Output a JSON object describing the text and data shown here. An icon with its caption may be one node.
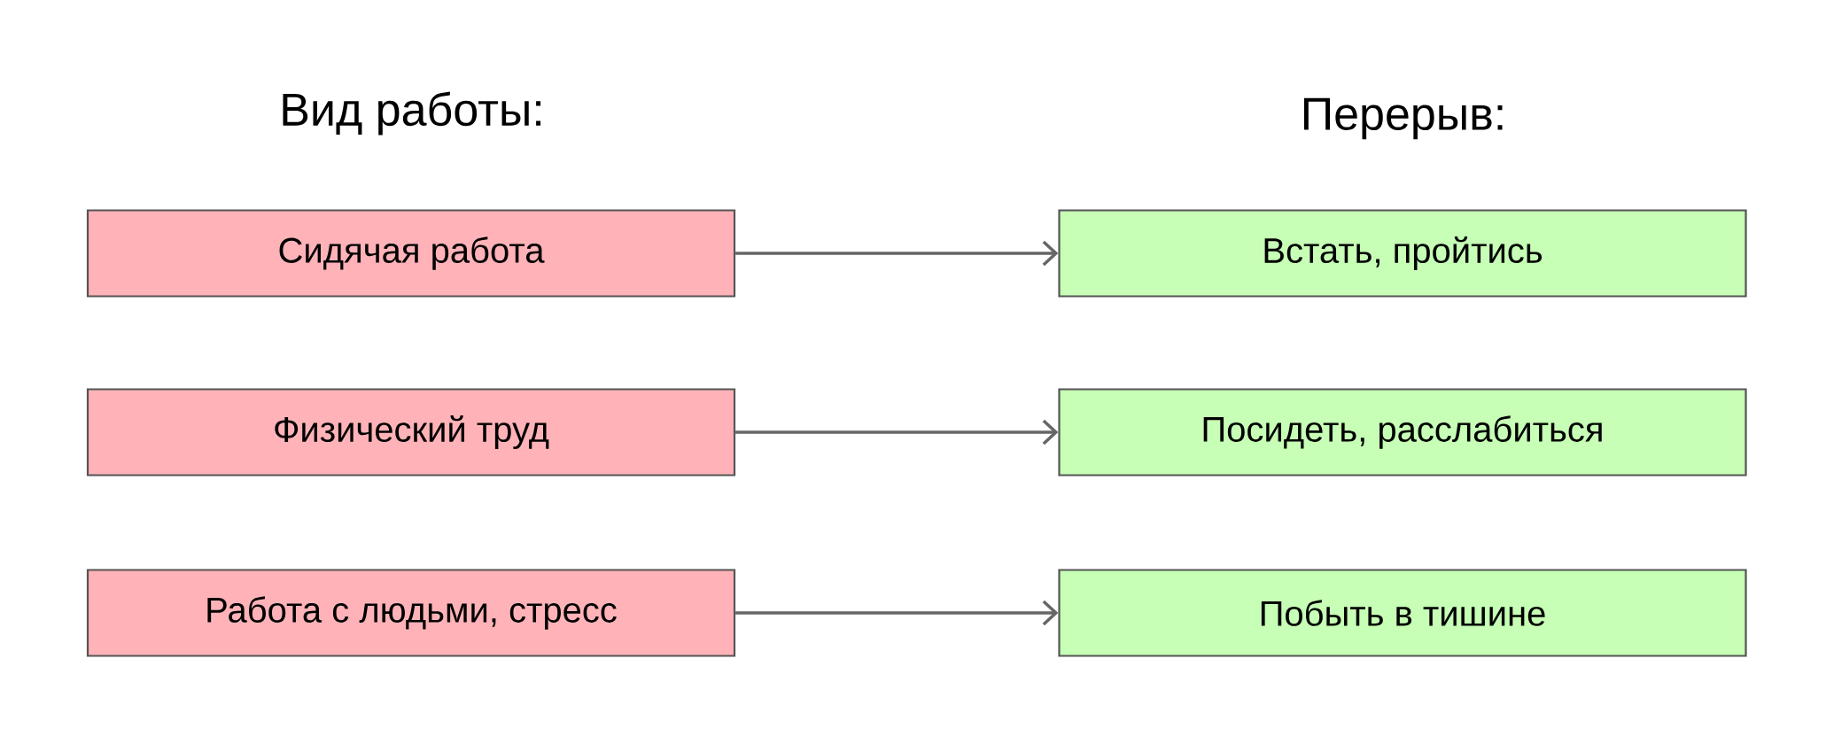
{
  "diagram": {
    "nodes": [
      {
        "text": [
          "Сидячая работа"
        ]
      },
      {
        "text": [
          "Встать, пройтись"
        ]
      },
      {
        "text": [
          "Физический труд"
        ]
      },
      {
        "text": [
          "Посидеть, расслабиться"
        ]
      },
      {
        "text": [
          "Работа с людьми, стресс"
        ]
      },
      {
        "text": [
          "Побыть в тишине"
        ]
      }
    ],
    "edges": [
      {
        "from": 0,
        "to": 1,
        "arrow": "to"
      },
      {
        "from": 2,
        "to": 3,
        "arrow": "to"
      },
      {
        "from": 4,
        "to": 5,
        "arrow": "to"
      }
    ],
    "labels": [
      "Вид работы:",
      "Перерыв:"
    ]
  }
}
